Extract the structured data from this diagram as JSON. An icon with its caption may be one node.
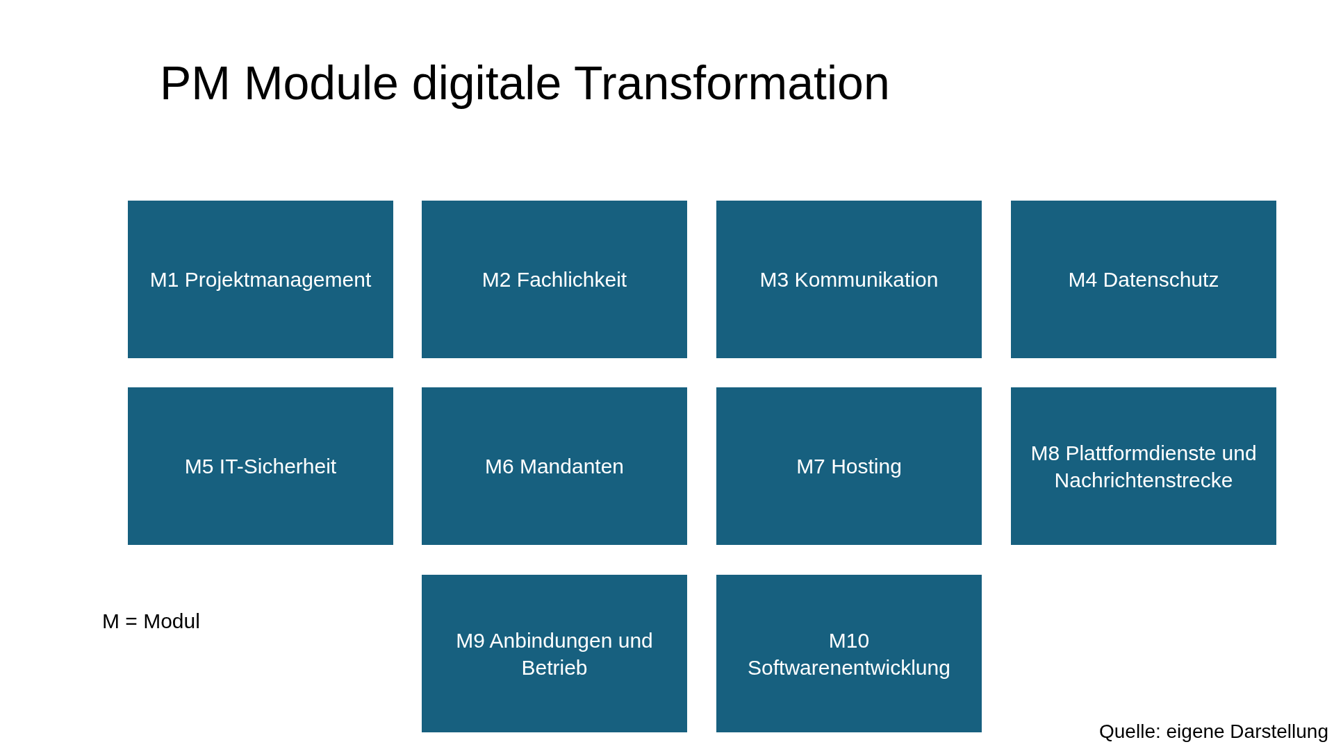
{
  "diagram": {
    "title": "PM Module digitale Transformation",
    "nodes": [
      {
        "text": [
          "M1 Projektmanagement"
        ]
      },
      {
        "text": [
          "M2 Fachlichkeit"
        ]
      },
      {
        "text": [
          "M3 Kommunikation"
        ]
      },
      {
        "text": [
          "M4 Datenschutz"
        ]
      },
      {
        "text": [
          "M5 IT-Sicherheit"
        ]
      },
      {
        "text": [
          "M6 Mandanten"
        ]
      },
      {
        "text": [
          "M7 Hosting"
        ]
      },
      {
        "text": [
          "M8 Plattformdienste und Nachrichtenstrecke"
        ]
      },
      {
        "text": [
          "M9 Anbindungen und Betrieb"
        ]
      },
      {
        "text": [
          "M10 Softwarenentwicklung"
        ]
      }
    ],
    "edges": [],
    "labels": [
      "M = Modul"
    ],
    "caption": "Quelle: eigene Darstellung"
  }
}
